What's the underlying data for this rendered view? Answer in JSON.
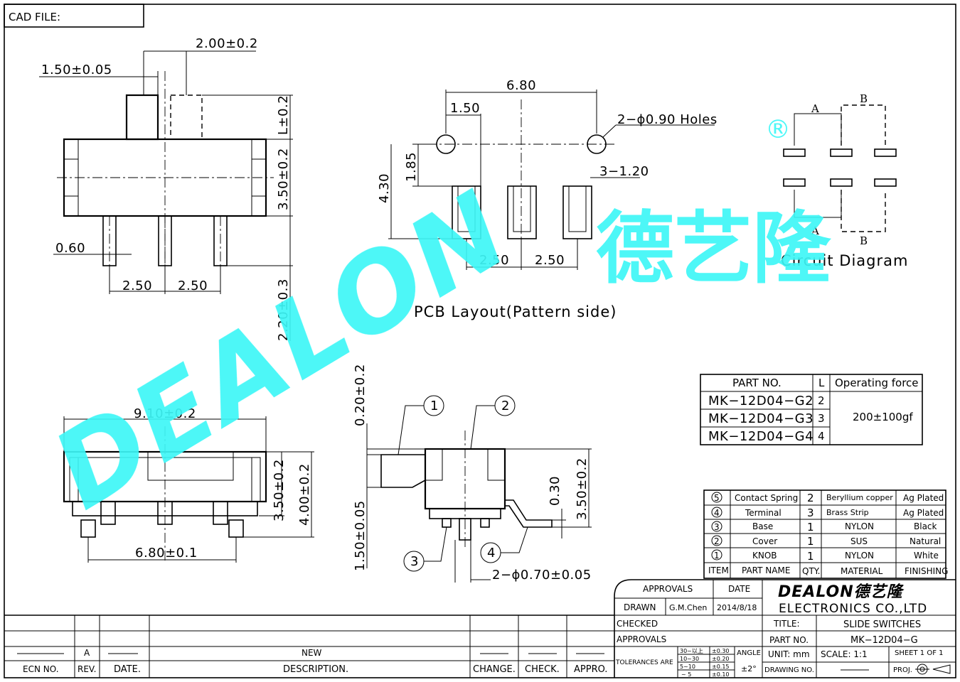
{
  "header": {
    "cad_file_label": "CAD FILE:"
  },
  "top_view": {
    "dim_actuator_offset": "2.00±0.2",
    "dim_knob_width": "1.50±0.05",
    "dim_travel": "L±0.2",
    "dim_body_height": "3.50±0.2",
    "dim_pin_length": "2.20±0.3",
    "dim_pin_width": "0.60",
    "dim_pitch_left": "2.50",
    "dim_pitch_right": "2.50"
  },
  "pcb_layout": {
    "title": "PCB Layout(Pattern side)",
    "dim_hole_span": "6.80",
    "dim_hole_offset": "1.50",
    "dim_holes_note": "2−ϕ0.90 Holes",
    "dim_slot_note": "3−1.20",
    "dim_row_offset": "1.85",
    "dim_total_height": "4.30",
    "dim_pitch_left": "2.50",
    "dim_pitch_right": "2.50"
  },
  "circuit": {
    "title": "Circuit Diagram",
    "label_a_top": "A",
    "label_b_top": "B",
    "label_a_bottom": "A",
    "label_b_bottom": "B"
  },
  "watermark": {
    "brand_latin": "DEALON",
    "brand_cn": "德艺隆",
    "registered": "®",
    "color": "#3ef7f7"
  },
  "front_view": {
    "dim_width": "9.10±0.2",
    "dim_height_body": "3.50±0.2",
    "dim_height_total": "4.00±0.2",
    "dim_pin_span": "6.80±0.1"
  },
  "side_view": {
    "dim_top_gap": "0.20±0.2",
    "dim_lower": "1.50±0.05",
    "dim_lead_thickness": "0.30",
    "dim_height": "3.50±0.2",
    "dim_holes": "2−ϕ0.70±0.05",
    "callout_1": "1",
    "callout_2": "2",
    "callout_3": "3",
    "callout_4": "4"
  },
  "part_table": {
    "headers": [
      "PART NO.",
      "L",
      "Operating force"
    ],
    "rows": [
      {
        "part": "MK−12D04−G2",
        "l": "2"
      },
      {
        "part": "MK−12D04−G3",
        "l": "3"
      },
      {
        "part": "MK−12D04−G4",
        "l": "4"
      }
    ],
    "force": "200±100gf"
  },
  "bom": {
    "rows": [
      {
        "item": "5",
        "name": "Contact Spring",
        "qty": "2",
        "material": "Beryllium copper",
        "finishing": "Ag Plated"
      },
      {
        "item": "4",
        "name": "Terminal",
        "qty": "3",
        "material": "Brass Strip",
        "finishing": "Ag Plated"
      },
      {
        "item": "3",
        "name": "Base",
        "qty": "1",
        "material": "NYLON",
        "finishing": "Black"
      },
      {
        "item": "2",
        "name": "Cover",
        "qty": "1",
        "material": "SUS",
        "finishing": "Natural"
      },
      {
        "item": "1",
        "name": "KNOB",
        "qty": "1",
        "material": "NYLON",
        "finishing": "White"
      }
    ],
    "header": {
      "item": "ITEM",
      "name": "PART NAME",
      "qty": "QTY.",
      "material": "MATERIAL",
      "finishing": "FINISHING"
    }
  },
  "title_block": {
    "approvals": "APPROVALS",
    "date": "DATE",
    "drawn": "DRAWN",
    "drawn_by": "G.M.Chen",
    "drawn_date": "2014/8/18",
    "checked": "CHECKED",
    "approvals2": "APPROVALS",
    "company_logo": "DEALON德艺隆",
    "company": "ELECTRONICS CO.,LTD",
    "title_label": "TITLE:",
    "title_value": "SLIDE SWITCHES",
    "part_no_label": "PART NO.",
    "part_no_value": "MK−12D04−G",
    "unit": "UNIT: mm",
    "scale": "SCALE:  1:1",
    "sheet": "SHEET  1 OF 1",
    "tolerances_label": "TOLERANCES ARE",
    "tol_ranges": [
      "30~以上",
      "10~30",
      "5~10",
      "~ 5"
    ],
    "tol_values": [
      "±0.30",
      "±0.20",
      "±0.15",
      "±0.10"
    ],
    "angle_label": "ANGLE",
    "angle_value": "±2°",
    "drawing_no": "DRAWING NO.",
    "proj": "PROJ."
  },
  "revision_block": {
    "rev": "A",
    "description": "NEW",
    "headers": [
      "ECN NO.",
      "REV.",
      "DATE.",
      "DESCRIPTION.",
      "CHANGE.",
      "CHECK.",
      "APPRO."
    ]
  }
}
